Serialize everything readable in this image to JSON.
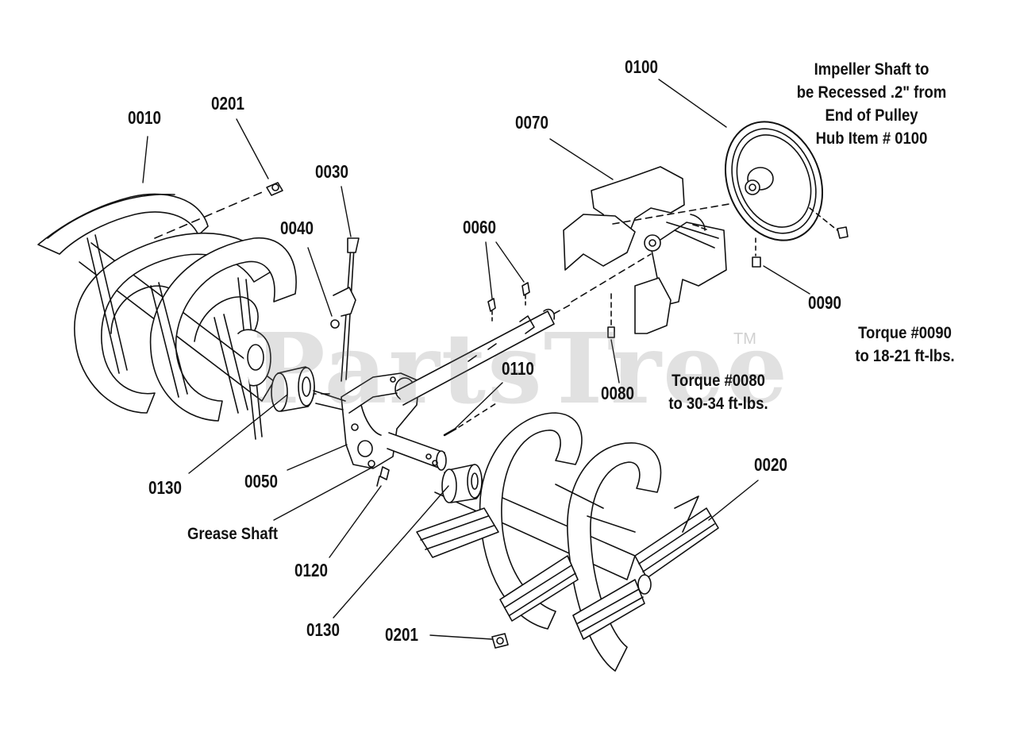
{
  "watermark": {
    "text": "PartsTree",
    "trademark": "TM"
  },
  "parts": {
    "p0010": "0010",
    "p0201_top": "0201",
    "p0030": "0030",
    "p0040": "0040",
    "p0060": "0060",
    "p0070": "0070",
    "p0100": "0100",
    "p0090": "0090",
    "p0080": "0080",
    "p0110": "0110",
    "p0130_left": "0130",
    "p0050": "0050",
    "p0120": "0120",
    "p0130_bottom": "0130",
    "p0201_bottom": "0201",
    "p0020": "0020"
  },
  "notes": {
    "impeller": [
      "Impeller Shaft to",
      "be Recessed .2\" from",
      "End of Pulley",
      "Hub Item # 0100"
    ],
    "torque_0090": [
      "Torque #0090",
      "to 18-21 ft-lbs."
    ],
    "torque_0080": [
      "Torque #0080",
      "to 30-34 ft-lbs."
    ],
    "grease": "Grease Shaft"
  }
}
